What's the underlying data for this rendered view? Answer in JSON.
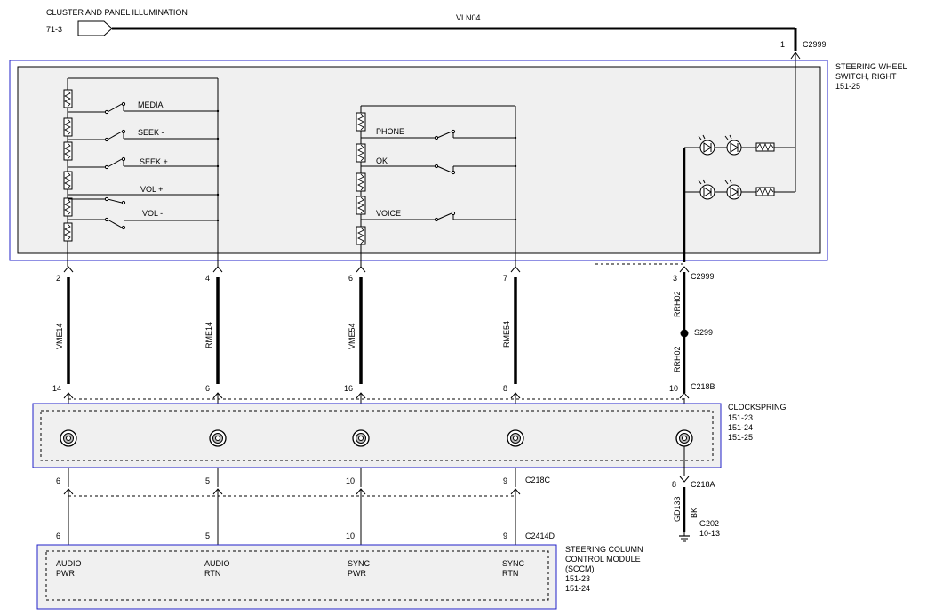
{
  "header": {
    "title": "CLUSTER AND PANEL ILLUMINATION",
    "ref": "71-3",
    "circuit": "VLN04"
  },
  "connectors": {
    "c2999_top": {
      "pin": "1",
      "name": "C2999"
    },
    "c2999_bottom": {
      "pin": "3",
      "name": "C2999"
    },
    "c218b": {
      "name": "C218B"
    },
    "c218c": {
      "name": "C218C"
    },
    "c218a": {
      "pin": "8",
      "name": "C218A"
    },
    "c2414d": {
      "name": "C2414D"
    }
  },
  "steering_wheel_switch": {
    "title_line1": "STEERING WHEEL",
    "title_line2": "SWITCH, RIGHT",
    "ref": "151-25",
    "left_switches": [
      "MEDIA",
      "SEEK -",
      "SEEK +",
      "VOL +",
      "VOL -"
    ],
    "right_switches": [
      "PHONE",
      "OK",
      "VOICE"
    ]
  },
  "wires": [
    {
      "pin_top": "2",
      "circuit": "VME14",
      "pin_clock": "14",
      "pin_c218c": "6",
      "pin_sccm": "6"
    },
    {
      "pin_top": "4",
      "circuit": "RME14",
      "pin_clock": "6",
      "pin_c218c": "5",
      "pin_sccm": "5"
    },
    {
      "pin_top": "6",
      "circuit": "VME54",
      "pin_clock": "16",
      "pin_c218c": "10",
      "pin_sccm": "10"
    },
    {
      "pin_top": "7",
      "circuit": "RME54",
      "pin_clock": "8",
      "pin_c218c": "9",
      "pin_sccm": "9"
    }
  ],
  "right_wire": {
    "circuit_upper": "RRH02",
    "splice": "S299",
    "circuit_lower": "RRH02",
    "pin_clock": "10",
    "ground_circuit": "GD133",
    "ground_color": "BK",
    "ground_name": "G202",
    "ground_ref": "10-13"
  },
  "clockspring": {
    "title": "CLOCKSPRING",
    "refs": [
      "151-23",
      "151-24",
      "151-25"
    ]
  },
  "sccm": {
    "title_line1": "STEERING COLUMN",
    "title_line2": "CONTROL MODULE",
    "title_line3": "(SCCM)",
    "refs": [
      "151-23",
      "151-24"
    ],
    "pins": [
      {
        "l1": "AUDIO",
        "l2": "PWR"
      },
      {
        "l1": "AUDIO",
        "l2": "RTN"
      },
      {
        "l1": "SYNC",
        "l2": "PWR"
      },
      {
        "l1": "SYNC",
        "l2": "RTN"
      }
    ]
  },
  "colors": {
    "box_border": "#2020c8",
    "panel_fill": "#f0f0f0"
  }
}
